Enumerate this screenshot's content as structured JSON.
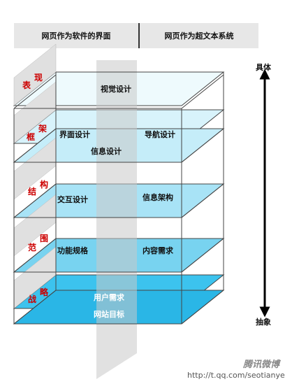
{
  "header": {
    "left": "网页作为软件的界面",
    "right": "网页作为超文本系统"
  },
  "axis": {
    "top": "具体",
    "bottom": "抽象"
  },
  "planes": [
    {
      "name": "表现",
      "chars": [
        "表",
        "现"
      ],
      "layers": [
        {
          "label": "视觉设计",
          "color": "#eefafd"
        }
      ]
    },
    {
      "name": "框架",
      "chars": [
        "框",
        "架"
      ],
      "layers": [
        {
          "label_left": "界面设计",
          "label_right": "导航设计",
          "color": "#d8f3fb"
        },
        {
          "label": "信息设计",
          "color": "#c5edf9"
        }
      ]
    },
    {
      "name": "结构",
      "chars": [
        "结",
        "构"
      ],
      "layers": [
        {
          "label_left": "交互设计",
          "label_right": "信息架构",
          "color": "#a8e3f6"
        }
      ]
    },
    {
      "name": "范围",
      "chars": [
        "范",
        "围"
      ],
      "layers": [
        {
          "label_left": "功能规格",
          "label_right": "内容需求",
          "color": "#78d3f0"
        }
      ]
    },
    {
      "name": "战略",
      "chars": [
        "战",
        "略"
      ],
      "layers": [
        {
          "label": "用户需求",
          "color": "#3cc3ee"
        },
        {
          "label": "网站目标",
          "color": "#2ab6e6"
        }
      ]
    }
  ],
  "colors": {
    "plane_label": "#cc0000",
    "box_edge": "#444444",
    "divider_band": "#c8c8c8"
  },
  "watermark": {
    "logo": "腾讯微博",
    "url": "http://t.qq.com/seotianye"
  }
}
